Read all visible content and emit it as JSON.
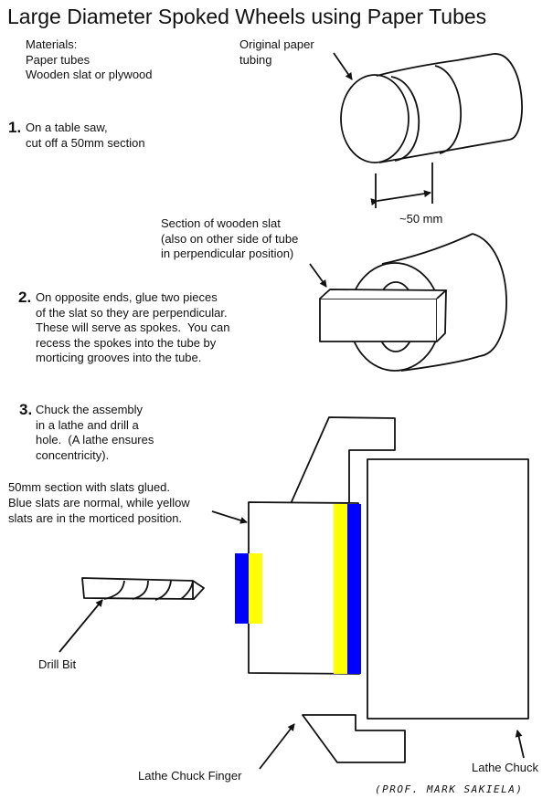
{
  "title": "Large Diameter Spoked Wheels using Paper Tubes",
  "materials": {
    "heading": "Materials:",
    "items": [
      "Paper tubes",
      "Wooden slat or plywood"
    ]
  },
  "steps": [
    {
      "number": "1.",
      "lines": [
        "On a table saw,",
        "cut off a 50mm section"
      ]
    },
    {
      "number": "2.",
      "lines": [
        "On opposite ends, glue two pieces",
        "of the slat so they are perpendicular.",
        "These will serve as spokes.  You can",
        "recess the spokes into the tube by",
        "morticing grooves into the tube."
      ]
    },
    {
      "number": "3.",
      "lines": [
        "Chuck the assembly",
        "in a lathe and drill a",
        "hole.  (A lathe ensures",
        "concentricity)."
      ]
    }
  ],
  "labels": {
    "original_tubing": [
      "Original paper",
      "tubing"
    ],
    "dimension": "~50 mm",
    "wooden_slat": [
      "Section of wooden slat",
      "(also on other side of tube",
      "in perpendicular position)"
    ],
    "section_note": [
      "50mm section with slats glued.",
      "Blue slats are normal, while yellow",
      "slats are in the morticed position."
    ],
    "drill_bit": "Drill Bit",
    "chuck_finger": "Lathe Chuck Finger",
    "lathe_chuck": "Lathe Chuck",
    "signature": "(PROF. MARK SAKIELA)"
  },
  "colors": {
    "slat_normal": "#0000ff",
    "slat_morticed": "#ffff00",
    "line": "#111111"
  }
}
